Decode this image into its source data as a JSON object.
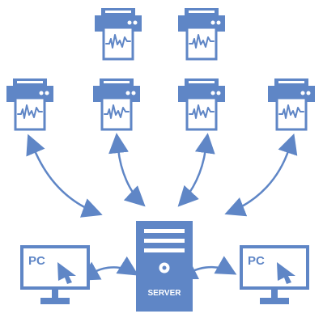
{
  "colors": {
    "primary": "#5f86c6",
    "light": "#ffffff",
    "arrow": "#5f86c6"
  },
  "icons": {
    "printer": "printer-icon",
    "server": "server-icon",
    "pc": "monitor-icon",
    "pointer": "mouse-pointer-icon",
    "arrow": "double-headed-arrow-icon"
  },
  "labels": {
    "left_pc": "PC",
    "right_pc": "PC",
    "server": "SERVER"
  }
}
